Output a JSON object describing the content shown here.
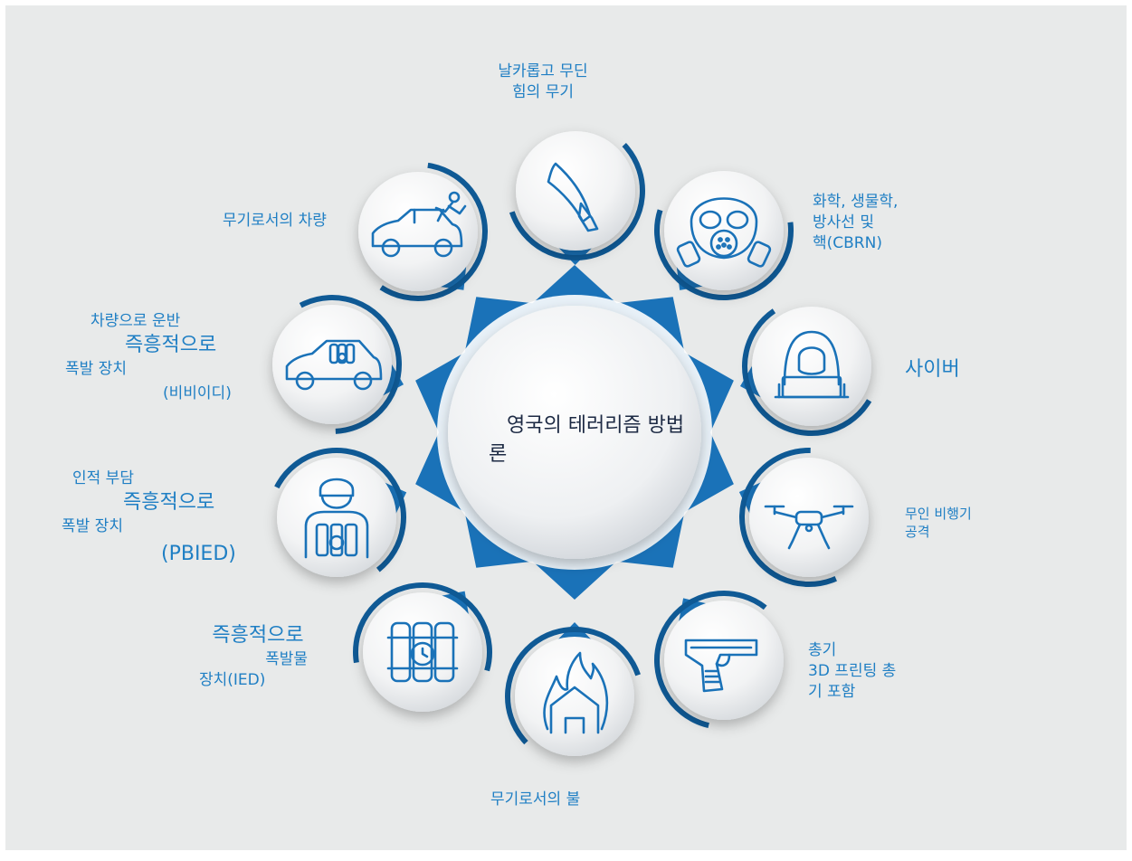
{
  "center": {
    "title": "영국의 테러리즘 방법론"
  },
  "categories": [
    {
      "id": "knife",
      "icon": "knife-icon",
      "lines": [
        "날카롭고 무딘",
        "힘의 무기"
      ]
    },
    {
      "id": "cbrn",
      "icon": "gas-mask-icon",
      "lines": [
        "화학, 생물학,",
        "방사선 및",
        "핵(CBRN)"
      ]
    },
    {
      "id": "cyber",
      "icon": "hacker-laptop-icon",
      "lines": [
        "사이버"
      ]
    },
    {
      "id": "drone",
      "icon": "drone-icon",
      "lines": [
        "무인 비행기",
        "공격"
      ]
    },
    {
      "id": "firearm",
      "icon": "pistol-icon",
      "lines": [
        "총기",
        "3D 프린팅 총",
        "기 포함"
      ]
    },
    {
      "id": "fire",
      "icon": "fire-house-icon",
      "lines": [
        "무기로서의 불"
      ]
    },
    {
      "id": "ied",
      "icon": "dynamite-timer-icon",
      "lines": [
        "즉흥적으로",
        "폭발물",
        "장치(IED)"
      ]
    },
    {
      "id": "pbied",
      "icon": "suicide-bomber-icon",
      "lines": [
        "인적 부담",
        "즉흥적으로",
        "폭발 장치",
        "(PBIED)"
      ]
    },
    {
      "id": "vbied",
      "icon": "car-bomb-icon",
      "lines": [
        "차량으로 운반",
        "즉흥적으로",
        "폭발 장치",
        "(비비이디)"
      ]
    },
    {
      "id": "vehicle",
      "icon": "car-ramming-icon",
      "lines": [
        "무기로서의 차량"
      ]
    }
  ],
  "colors": {
    "background": "#e8eaea",
    "accent": "#1a72b8",
    "dark_accent": "#0f5a96",
    "label": "#1f7fc4",
    "title": "#1d2a44"
  }
}
